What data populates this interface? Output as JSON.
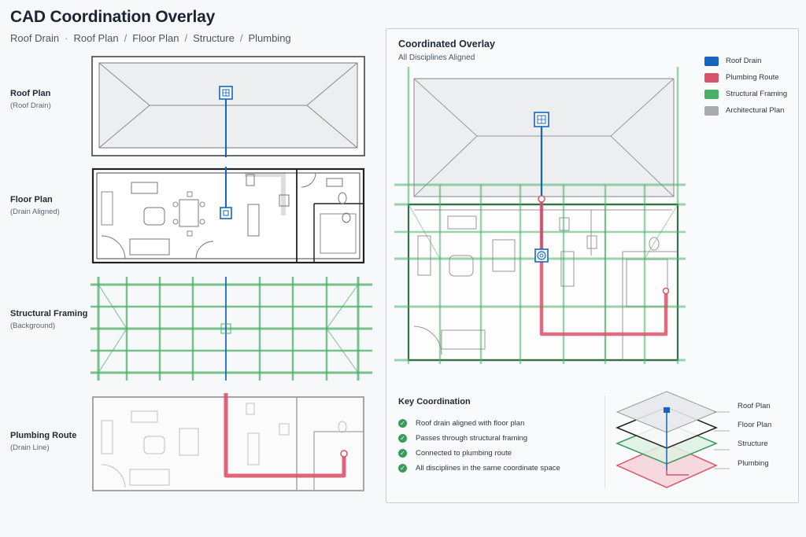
{
  "header": {
    "title": "CAD Coordination Overlay",
    "breadcrumb": [
      "Roof Drain",
      "Roof Plan",
      "Floor Plan",
      "Structure",
      "Plumbing"
    ],
    "separators": [
      "·",
      "/",
      "/",
      "/"
    ]
  },
  "rows": [
    {
      "title": "Roof Plan",
      "subtitle": "(Roof Drain)"
    },
    {
      "title": "Floor Plan",
      "subtitle": "(Drain Aligned)"
    },
    {
      "title": "Structural Framing",
      "subtitle": "(Background)"
    },
    {
      "title": "Plumbing Route",
      "subtitle": "(Drain Line)"
    }
  ],
  "overlay": {
    "title": "Coordinated Overlay",
    "subtitle": "All Disciplines Aligned",
    "legend": [
      {
        "label": "Roof Drain",
        "color": "#1565c0"
      },
      {
        "label": "Plumbing Route",
        "color": "#d9536a"
      },
      {
        "label": "Structural Framing",
        "color": "#4caf68"
      },
      {
        "label": "Architectural Plan",
        "color": "#a8acb0"
      }
    ]
  },
  "key_coordination": {
    "title": "Key Coordination",
    "items": [
      "Roof drain aligned with floor plan",
      "Passes through structural framing",
      "Connected to plumbing route",
      "All disciplines in the same coordinate space"
    ]
  },
  "stack": {
    "labels": [
      "Roof Plan",
      "Floor Plan",
      "Structure",
      "Plumbing"
    ]
  },
  "colors": {
    "drain": "#1565c0",
    "plumbing": "#d9536a",
    "structure": "#4caf68",
    "plan": "#a8acb0"
  }
}
